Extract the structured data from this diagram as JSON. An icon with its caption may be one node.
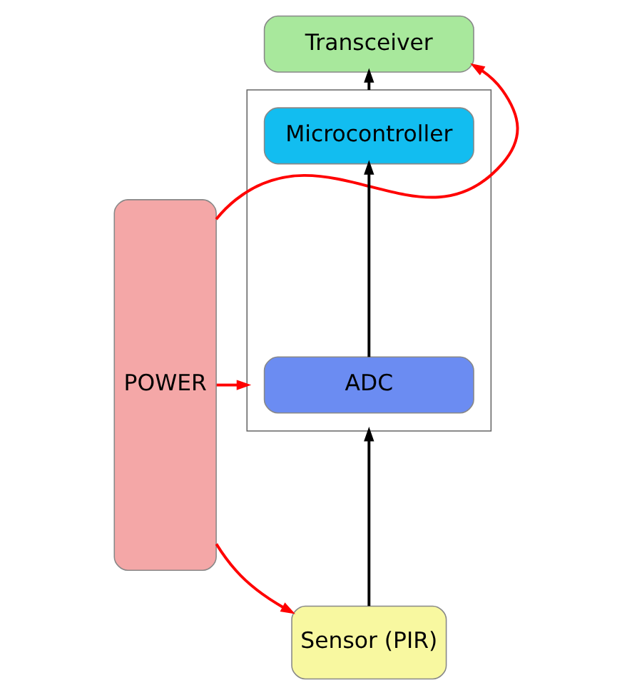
{
  "diagram": {
    "nodes": [
      {
        "text": [
          "POWER"
        ]
      },
      {
        "text": [
          "Transceiver"
        ]
      },
      {
        "text": [],
        "shape": "box"
      },
      {
        "text": [
          "Microcontroller"
        ],
        "in": 2
      },
      {
        "text": [
          "ADC"
        ],
        "in": 2
      },
      {
        "text": [
          "Sensor (PIR)"
        ]
      }
    ],
    "edges": [
      {
        "from": 0,
        "to": 1,
        "arrow": "to",
        "color": "#ff0000"
      },
      {
        "from": 2,
        "to": 1,
        "arrow": "to",
        "color": "#000000"
      },
      {
        "from": 4,
        "to": 3,
        "arrow": "to",
        "color": "#000000"
      },
      {
        "from": 0,
        "to": 2,
        "arrow": "to",
        "color": "#ff0000"
      },
      {
        "from": 5,
        "to": 2,
        "arrow": "to",
        "color": "#000000"
      },
      {
        "from": 0,
        "to": 5,
        "arrow": "to",
        "color": "#ff0000"
      }
    ]
  }
}
